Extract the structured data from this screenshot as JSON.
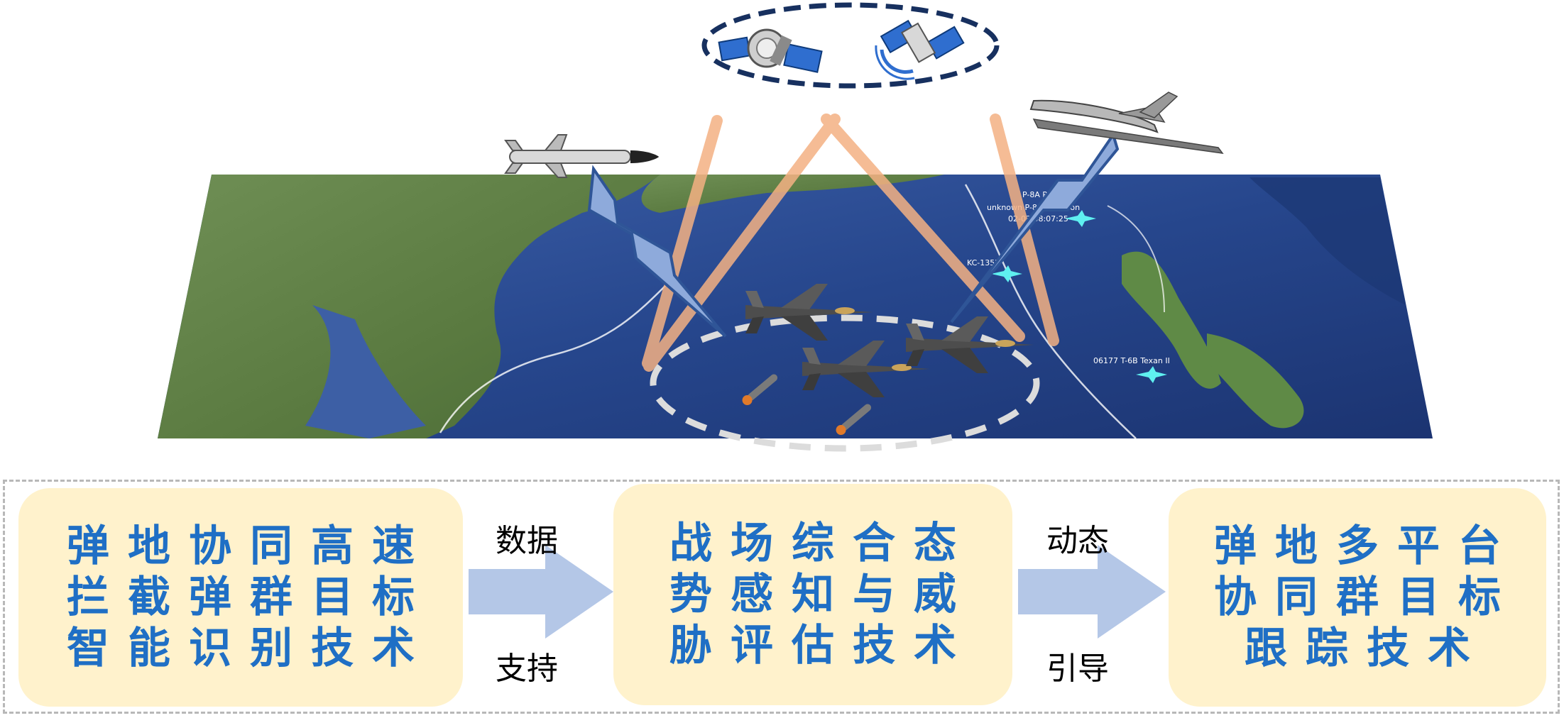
{
  "scene": {
    "radar_labels": [
      "P-8A Poseidon",
      "unknown P-8A Poseidon",
      "02-03 08:07:25",
      "KC-135R",
      "06177 T-6B Texan II"
    ]
  },
  "flow": {
    "boxes": [
      {
        "text": "弹地协同高速\n拦截弹群目标\n智能识别技术"
      },
      {
        "text": "战场综合态\n势感知与威\n胁评估技术"
      },
      {
        "text": "弹地多平台\n协同群目标\n跟踪技术"
      }
    ],
    "arrows": [
      {
        "top_label": "数据",
        "bottom_label": "支持"
      },
      {
        "top_label": "动态",
        "bottom_label": "引导"
      }
    ]
  },
  "colors": {
    "box_fill": "#fff2cc",
    "box_text": "#1f6fc5",
    "arrow_fill": "#b4c7e7",
    "beam": "#f4b183",
    "datalink": "#4472c4",
    "ocean": "#2b4a8c",
    "land": "#5c7f43"
  }
}
